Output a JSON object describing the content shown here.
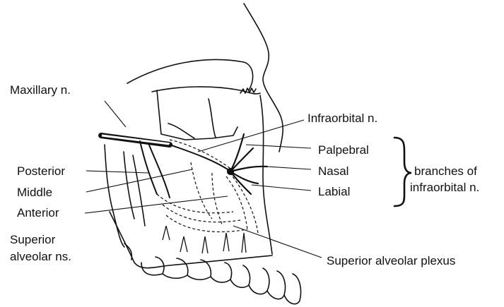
{
  "labels": {
    "maxillary_n": "Maxillary n.",
    "infraorbital_n": "Infraorbital n.",
    "posterior": "Posterior",
    "middle": "Middle",
    "anterior": "Anterior",
    "superior_alveolar_line1": "Superior",
    "superior_alveolar_line2": "alveolar ns.",
    "palpebral": "Palpebral",
    "nasal": "Nasal",
    "labial": "Labial",
    "branches_line1": "branches of",
    "branches_line2": "infraorbital n.",
    "plexus": "Superior alveolar plexus"
  },
  "colors": {
    "ink": "#111111",
    "background": "#ffffff"
  }
}
